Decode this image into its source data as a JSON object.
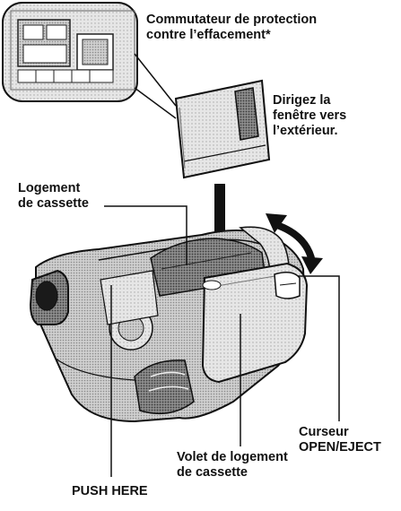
{
  "labels": {
    "protection_switch": {
      "line1": "Commutateur de protection",
      "line2": "contre l’effacement*"
    },
    "window_direction": {
      "line1": "Dirigez la",
      "line2": "fenêtre vers",
      "line3": "l’extérieur."
    },
    "cassette_slot": {
      "line1": "Logement",
      "line2": "de cassette"
    },
    "open_eject": {
      "line1": "Curseur",
      "line2": "OPEN/EJECT"
    },
    "cassette_cover": {
      "line1": "Volet de logement",
      "line2": "de cassette"
    },
    "push_here": "PUSH HERE"
  },
  "colors": {
    "ink": "#111111",
    "body_fill": "#d6d6d6",
    "mid_gray": "#9a9a9a",
    "dark_gray": "#4a4a4a",
    "light_gray": "#ececec"
  }
}
